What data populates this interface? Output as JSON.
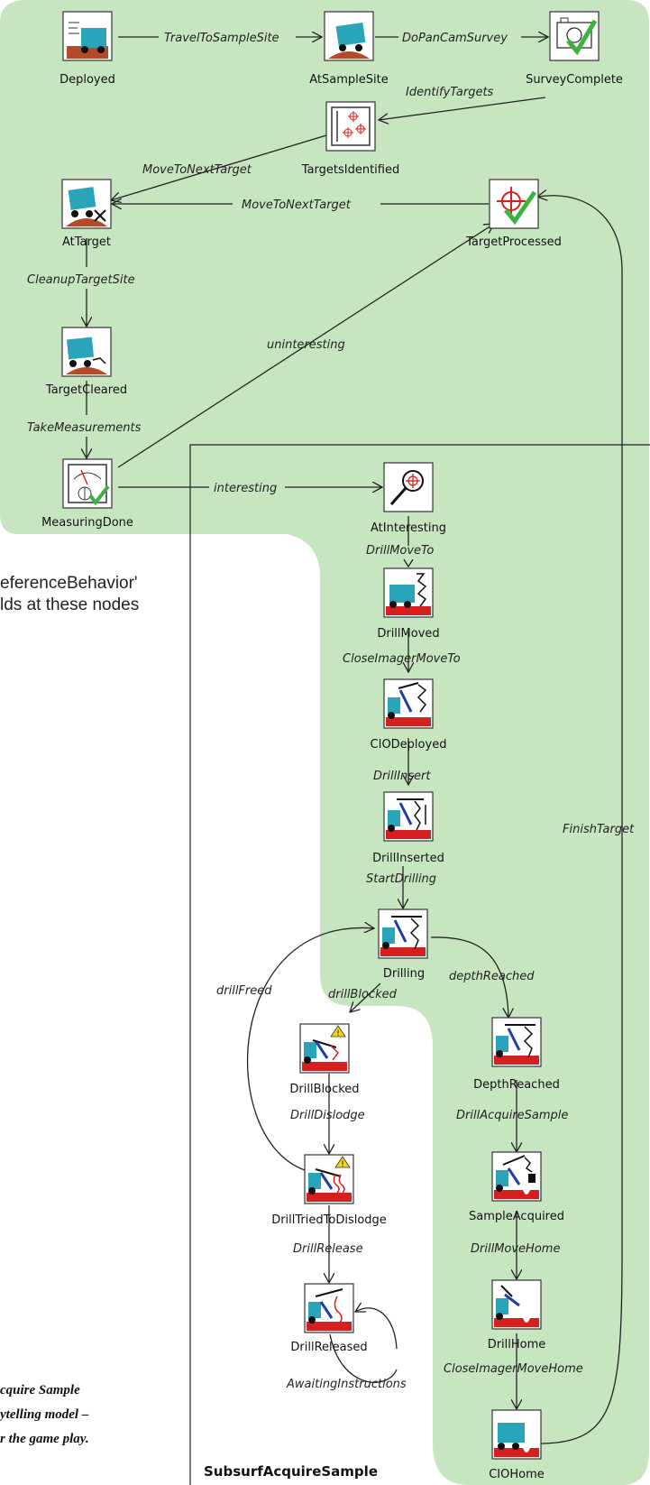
{
  "colors": {
    "region": "#c8e5c2",
    "rover": "#2aa4b8",
    "ground": "#b54a2a",
    "red": "#d62020",
    "check": "#3db33d",
    "warn": "#f2d21b"
  },
  "states": {
    "deployed": "Deployed",
    "at_sample_site": "AtSampleSite",
    "survey_complete": "SurveyComplete",
    "targets_identified": "TargetsIdentified",
    "at_target": "AtTarget",
    "target_processed": "TargetProcessed",
    "target_cleared": "TargetCleared",
    "measuring_done": "MeasuringDone",
    "at_interesting": "AtInteresting",
    "drill_moved": "DrillMoved",
    "cio_deployed": "CIODeployed",
    "drill_inserted": "DrillInserted",
    "drilling": "Drilling",
    "drill_blocked": "DrillBlocked",
    "depth_reached": "DepthReached",
    "drill_tried_to_dislodge": "DrillTriedToDislodge",
    "sample_acquired": "SampleAcquired",
    "drill_released": "DrillReleased",
    "drill_home": "DrillHome",
    "cio_home": "CIOHome"
  },
  "transitions": {
    "travel_to_sample_site": "TravelToSampleSite",
    "do_pancam_survey": "DoPanCamSurvey",
    "identify_targets": "IdentifyTargets",
    "move_to_next_target_1": "MoveToNextTarget",
    "move_to_next_target_2": "MoveToNextTarget",
    "cleanup_target_site": "CleanupTargetSite",
    "uninteresting": "uninteresting",
    "take_measurements": "TakeMeasurements",
    "interesting": "interesting",
    "drill_move_to": "DrillMoveTo",
    "close_imager_move_to": "CloseImagerMoveTo",
    "drill_insert": "DrillInsert",
    "start_drilling": "StartDrilling",
    "drill_freed": "drillFreed",
    "drill_blocked": "drillBlocked",
    "depth_reached": "depthReached",
    "drill_dislodge": "DrillDislodge",
    "drill_acquire_sample": "DrillAcquireSample",
    "drill_release": "DrillRelease",
    "drill_move_home": "DrillMoveHome",
    "close_imager_move_home": "CloseImagerMoveHome",
    "awaiting_instructions": "AwaitingInstructions",
    "finish_target": "FinishTarget"
  },
  "notes": {
    "line1": "eferenceBehavior'",
    "line2": "lds at these nodes"
  },
  "caption": {
    "line1": "cquire Sample",
    "line2": "ytelling model –",
    "line3": "r the game play."
  },
  "subsystem_title": "SubsurfAcquireSample"
}
